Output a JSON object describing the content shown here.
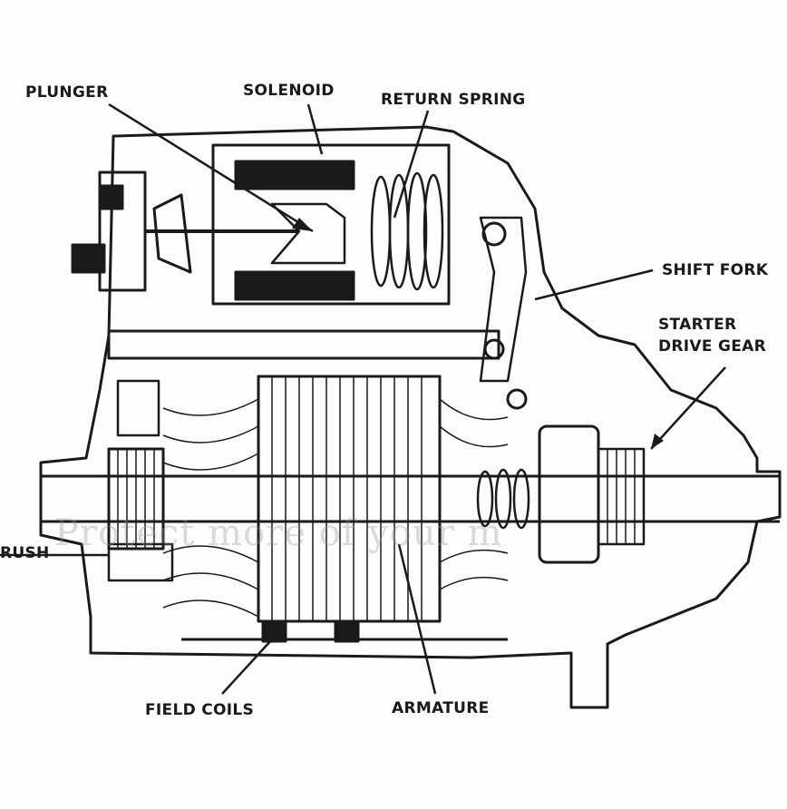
{
  "labels": {
    "plunger": "PLUNGER",
    "solenoid": "SOLENOID",
    "return_spring": "RETURN SPRING",
    "shift_fork": "SHIFT FORK",
    "starter_drive_gear_line1": "STARTER",
    "starter_drive_gear_line2": "DRIVE GEAR",
    "brush": "RUSH",
    "field_coils": "FIELD COILS",
    "armature": "ARMATURE"
  },
  "watermark": "Protect more of your m",
  "colors": {
    "ink": "#1a1a1a",
    "paper": "#fdfdfd",
    "watermark": "#9a9a9a"
  }
}
